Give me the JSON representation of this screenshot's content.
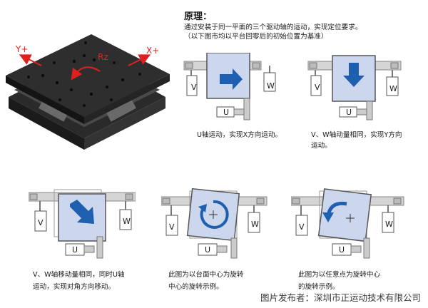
{
  "header": {
    "title": "原理：",
    "line1": "通过安装于同一平面的三个驱动轴的运动，实现定位要求。",
    "line2": "（以下图市均以平台回零后的初始位置为基准）"
  },
  "stage": {
    "y_label": "Y+",
    "x_label": "X+",
    "rz_label": "Rz"
  },
  "diagrams": [
    {
      "u": "U",
      "v": "V",
      "w": "W",
      "caption": [
        "U轴运动，实现X方向运动。"
      ]
    },
    {
      "u": "U",
      "v": "V",
      "w": "W",
      "caption": [
        "V、W轴动量相同，实现Y方向",
        "运动。"
      ]
    },
    {
      "u": "U",
      "v": "V",
      "w": "W",
      "caption": [
        "V、W轴移动量相同，同时U轴",
        "运动，实现对角方向移动。"
      ]
    },
    {
      "u": "U",
      "v": "V",
      "w": "W",
      "caption": [
        "此图为以台面中心为旋转",
        "中心的旋转示例。"
      ]
    },
    {
      "u": "U",
      "v": "V",
      "w": "W",
      "caption": [
        "此图为以任意点为旋转中心",
        "的旋转示例。"
      ]
    }
  ],
  "watermark": "图片发布者：深圳市正运动技术有限公司",
  "colors": {
    "arrow": "#1f5fb0",
    "plate": "#ccd6ec",
    "plate_border": "#5a5a5a",
    "rail": "#d5d5d5"
  }
}
